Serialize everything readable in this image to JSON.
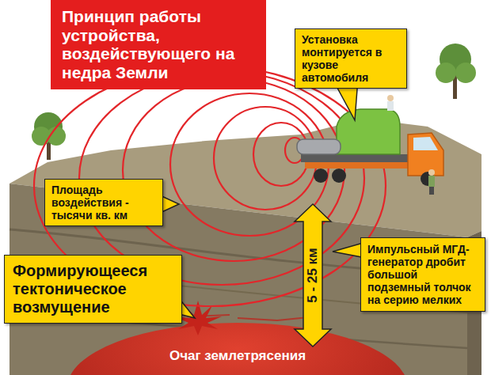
{
  "diagram": {
    "title": "Принцип работы устройства, воздействующего на недра Земли",
    "nodes": [
      {
        "text": [
          "Установка монтируется в кузове автомобиля"
        ]
      },
      {
        "text": [
          "Площадь воздействия - тысячи кв. км"
        ]
      },
      {
        "text": [
          "Формирующееся тектоническое возмущение"
        ]
      },
      {
        "text": [
          "Импульсный МГД-генератор дробит большой подземный толчок на серию мелких"
        ]
      }
    ],
    "labels": [
      "5 - 25 км",
      "Очаг землетрясения"
    ]
  }
}
